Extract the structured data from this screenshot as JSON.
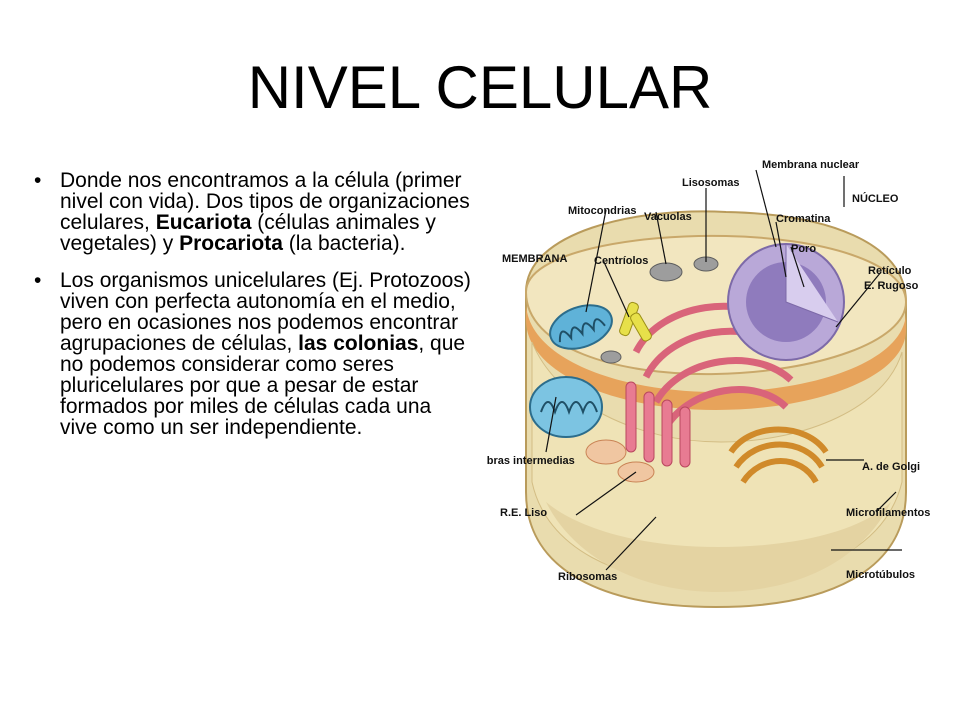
{
  "slide": {
    "title": "NIVEL CELULAR"
  },
  "bullets": {
    "b1": {
      "t1": "Donde nos encontramos  a la célula (primer nivel con vida). Dos tipos de organizaciones celulares, ",
      "b1": "Eucariota",
      "t2": " (células animales y vegetales) y  ",
      "b2": "Procariota",
      "t3": " (la bacteria)."
    },
    "b2": {
      "t1": "Los organismos unicelulares (Ej. Protozoos) viven con perfecta autonomía en el medio, pero en ocasiones nos podemos encontrar agrupaciones de células, ",
      "b1": "las colonias",
      "t2": ", que no podemos considerar como seres pluricelulares por que a pesar de estar formados por miles de células cada una vive como un ser independiente."
    }
  },
  "diagram": {
    "labels": {
      "membrana_nuclear": "Membrana nuclear",
      "lisosomas": "Lisosomas",
      "nucleo": "NÚCLEO",
      "mitocondrias": "Mitocondrias",
      "vacuolas": "Vacuolas",
      "cromatina": "Cromatina",
      "membrana": "MEMBRANA",
      "centriolos": "Centríolos",
      "poro": "Poro",
      "reticulo": "Retículo",
      "e_rugoso": "E. Rugoso",
      "fibras": "fibras intermedias",
      "golgi": "A. de Golgi",
      "re_liso": "R.E. Liso",
      "microfilamentos": "Microfilamentos",
      "ribosomas": "Ribosomas",
      "microtubulos": "Microtúbulos"
    }
  }
}
